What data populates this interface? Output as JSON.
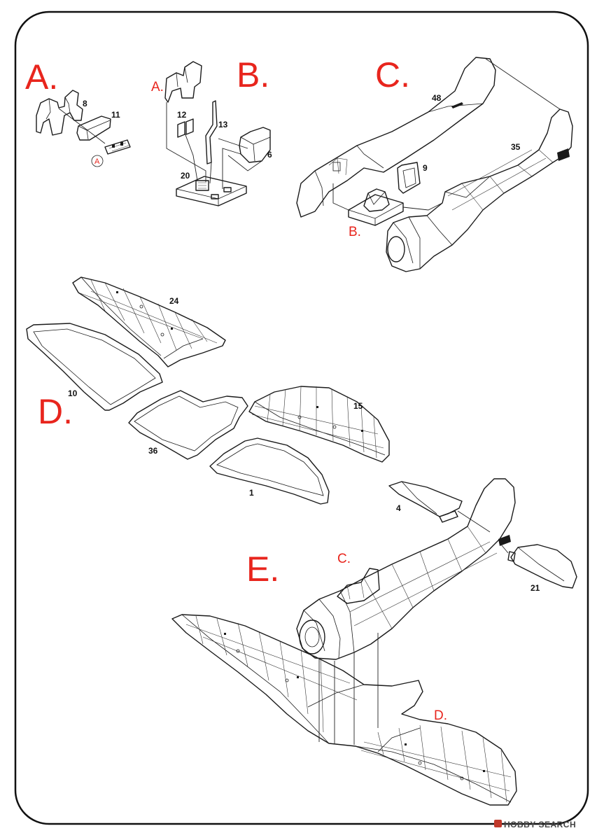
{
  "steps": {
    "a": {
      "label": "A.",
      "parts": [
        "8",
        "11"
      ],
      "circled_ref": "A"
    },
    "b": {
      "label": "B.",
      "sub_ref": "A.",
      "parts": [
        "12",
        "13",
        "6",
        "20"
      ]
    },
    "c": {
      "label": "C.",
      "sub_ref": "B.",
      "parts": [
        "48",
        "9",
        "35"
      ]
    },
    "d": {
      "label": "D.",
      "parts": [
        "24",
        "10",
        "15",
        "36",
        "1"
      ]
    },
    "e": {
      "label": "E.",
      "sub_refs": [
        "C.",
        "D."
      ],
      "parts": [
        "4",
        "21"
      ]
    }
  },
  "watermark": {
    "brand": "HOBBY SEARCH"
  },
  "colors": {
    "step_label": "#e8251d",
    "line_art": "#1a1a1a",
    "frame": "#111111"
  }
}
